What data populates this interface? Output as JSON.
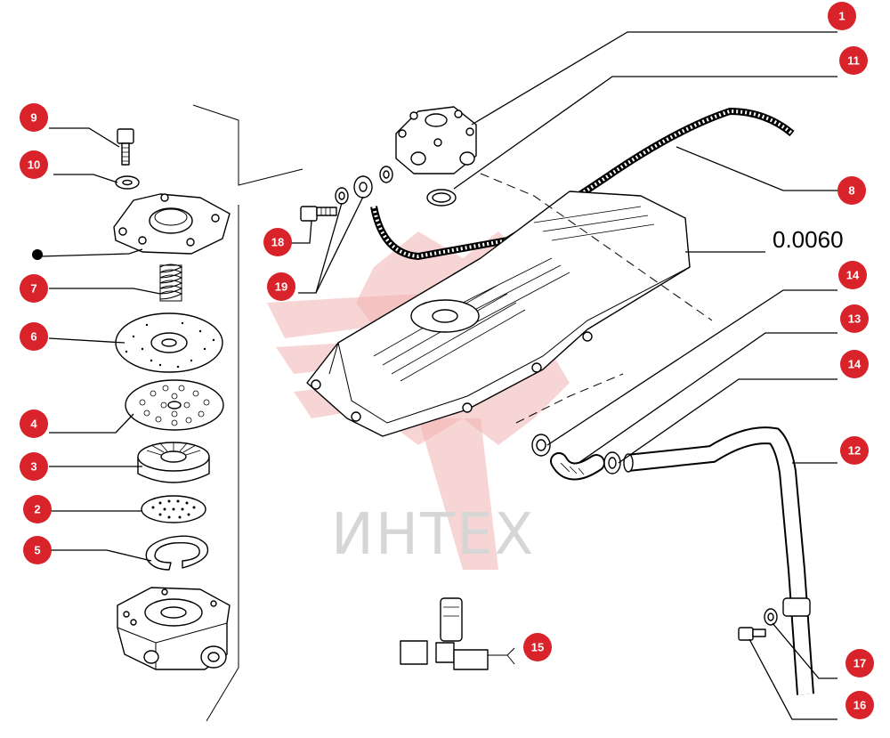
{
  "diagram": {
    "code": "0.0060",
    "watermark": "ИНТЕХ",
    "accent_color": "#d8232a",
    "callouts": [
      {
        "id": "c1",
        "label": "1"
      },
      {
        "id": "c11",
        "label": "11"
      },
      {
        "id": "c8",
        "label": "8"
      },
      {
        "id": "c9",
        "label": "9"
      },
      {
        "id": "c10",
        "label": "10"
      },
      {
        "id": "c7",
        "label": "7"
      },
      {
        "id": "c6",
        "label": "6"
      },
      {
        "id": "c4",
        "label": "4"
      },
      {
        "id": "c3",
        "label": "3"
      },
      {
        "id": "c2",
        "label": "2"
      },
      {
        "id": "c5",
        "label": "5"
      },
      {
        "id": "c18",
        "label": "18"
      },
      {
        "id": "c19",
        "label": "19"
      },
      {
        "id": "c14a",
        "label": "14"
      },
      {
        "id": "c13",
        "label": "13"
      },
      {
        "id": "c14b",
        "label": "14"
      },
      {
        "id": "c12",
        "label": "12"
      },
      {
        "id": "c15",
        "label": "15"
      },
      {
        "id": "c17",
        "label": "17"
      },
      {
        "id": "c16",
        "label": "16"
      }
    ]
  }
}
